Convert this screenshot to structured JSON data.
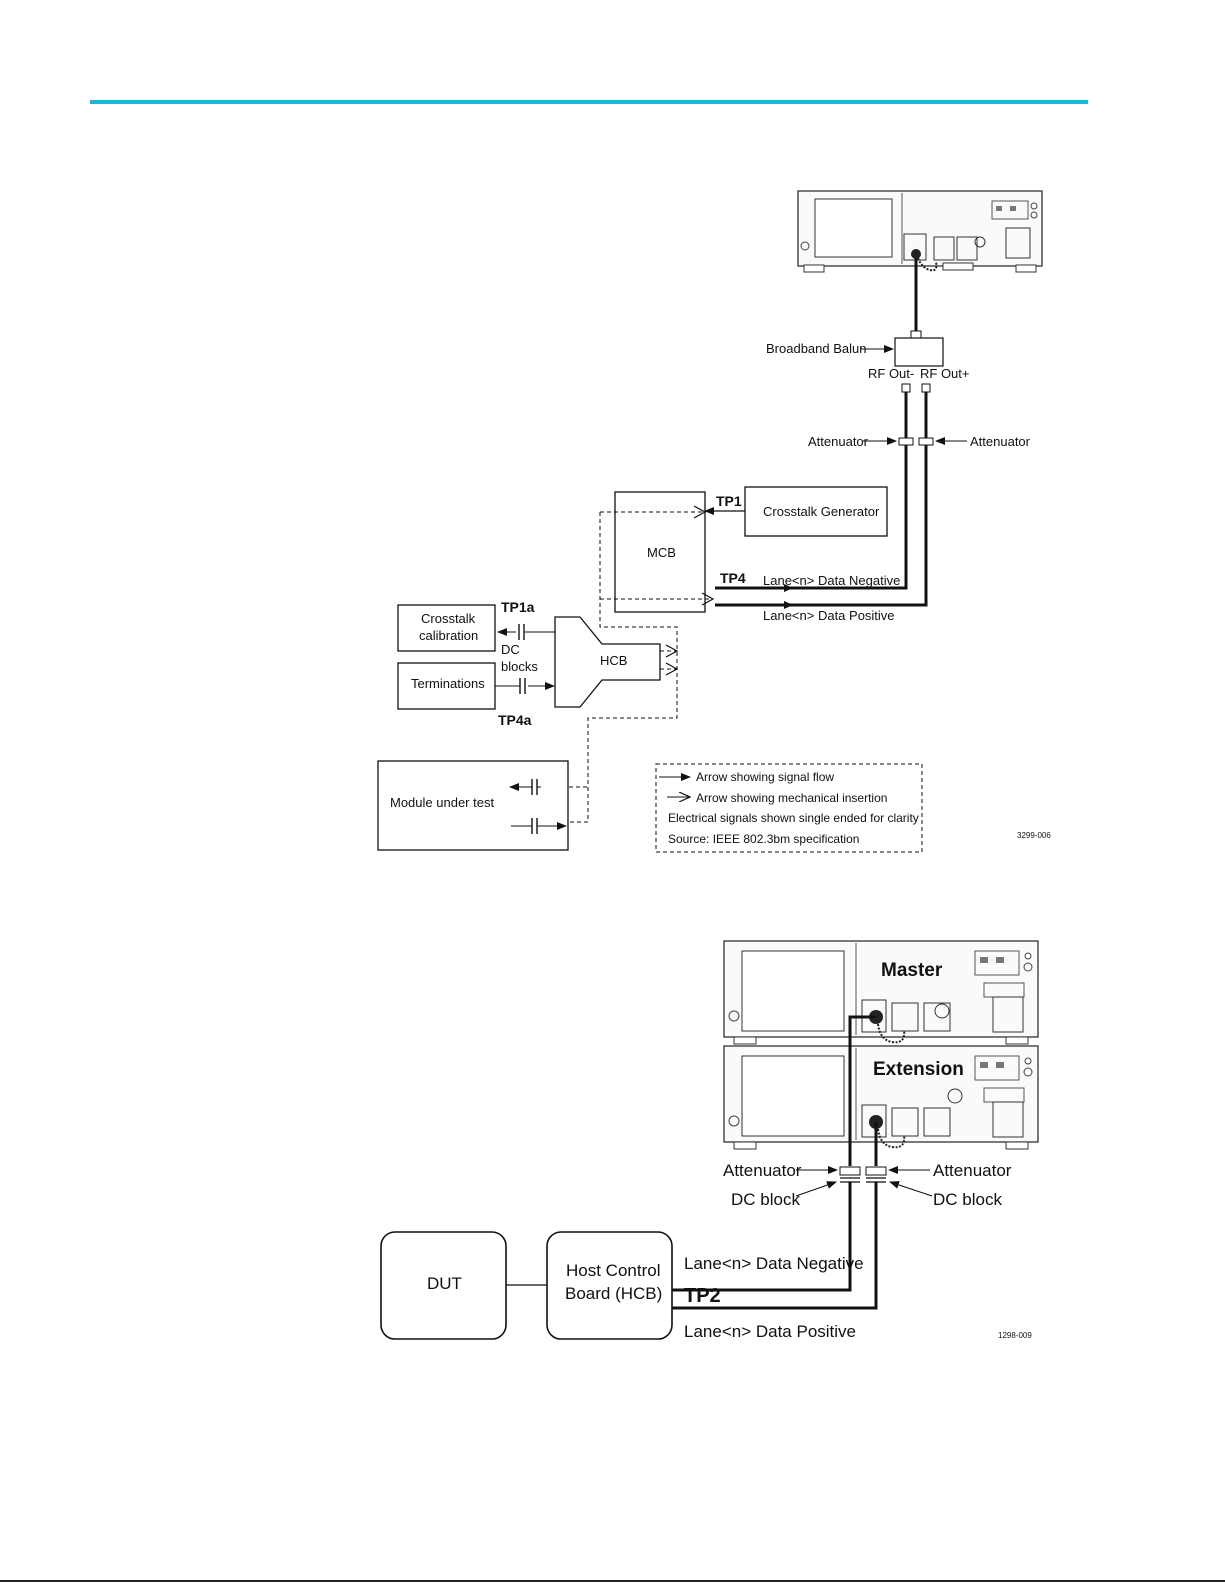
{
  "page": {
    "rule_color": "#1fb4e0"
  },
  "figure1": {
    "balun_label": "Broadband Balun",
    "rf_out_minus": "RF Out-",
    "rf_out_plus": "RF Out+",
    "attenuator_left": "Attenuator",
    "attenuator_right": "Attenuator",
    "tp1": "TP1",
    "crosstalk_generator": "Crosstalk Generator",
    "mcb": "MCB",
    "tp4": "TP4",
    "lane_negative": "Lane<n> Data Negative",
    "lane_positive": "Lane<n> Data Positive",
    "tp1a": "TP1a",
    "crosstalk_calibration_line1": "Crosstalk",
    "crosstalk_calibration_line2": "calibration",
    "dc_blocks_line1": "DC",
    "dc_blocks_line2": "blocks",
    "hcb": "HCB",
    "terminations": "Terminations",
    "tp4a": "TP4a",
    "module_under_test": "Module under test",
    "legend": {
      "signal_flow": "Arrow showing signal flow",
      "mechanical_insertion": "Arrow showing mechanical insertion",
      "single_ended_note": "Electrical signals shown single ended for clarity",
      "source": "Source: IEEE 802.3bm specification"
    },
    "figure_id": "3299-006"
  },
  "figure2": {
    "master": "Master",
    "extension": "Extension",
    "attenuator_left": "Attenuator",
    "attenuator_right": "Attenuator",
    "dc_block_left": "DC block",
    "dc_block_right": "DC block",
    "dut": "DUT",
    "hcb_line1": "Host Control",
    "hcb_line2": "Board (HCB)",
    "lane_negative": "Lane<n> Data Negative",
    "tp2": "TP2",
    "lane_positive": "Lane<n> Data Positive",
    "figure_id": "1298-009"
  }
}
